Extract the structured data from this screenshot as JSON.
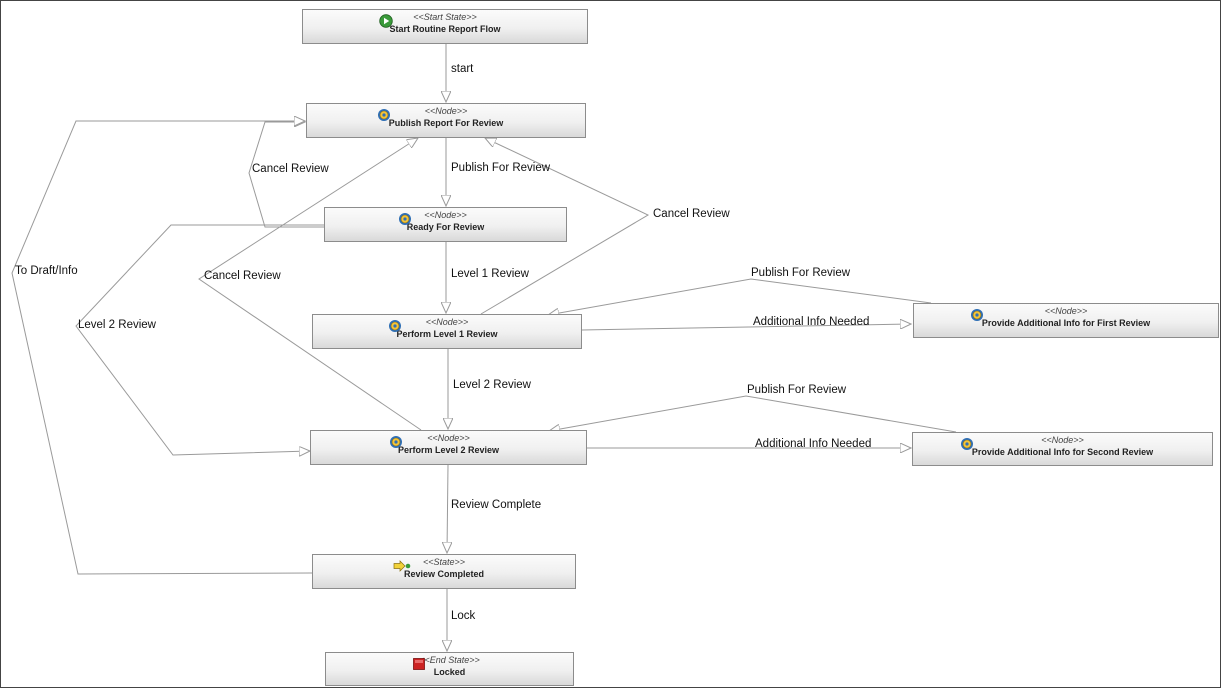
{
  "nodes": {
    "start": {
      "stereotype": "<<Start State>>",
      "title": "Start Routine Report Flow",
      "icon": "start-icon"
    },
    "publish": {
      "stereotype": "<<Node>>",
      "title": "Publish Report For Review",
      "icon": "gear-icon"
    },
    "ready": {
      "stereotype": "<<Node>>",
      "title": "Ready For Review",
      "icon": "gear-icon"
    },
    "level1": {
      "stereotype": "<<Node>>",
      "title": "Perform Level 1 Review",
      "icon": "gear-icon"
    },
    "info1": {
      "stereotype": "<<Node>>",
      "title": "Provide Additional Info for First Review",
      "icon": "gear-icon"
    },
    "level2": {
      "stereotype": "<<Node>>",
      "title": "Perform Level 2 Review",
      "icon": "gear-icon"
    },
    "info2": {
      "stereotype": "<<Node>>",
      "title": "Provide Additional Info for Second Review",
      "icon": "gear-icon"
    },
    "completed": {
      "stereotype": "<<State>>",
      "title": "Review Completed",
      "icon": "state-arrow-icon"
    },
    "locked": {
      "stereotype": "<<End State>>",
      "title": "Locked",
      "icon": "stop-icon"
    }
  },
  "edges": {
    "start": "start",
    "publish_for_review": "Publish For Review",
    "cancel_review_ready": "Cancel Review",
    "cancel_review_level1": "Cancel Review",
    "cancel_review_level2": "Cancel Review",
    "level1_review": "Level 1 Review",
    "level2_review_from_level1": "Level 2 Review",
    "level2_review_from_ready": "Level 2 Review",
    "to_draft_info": "To Draft/Info",
    "publish_for_review_info1": "Publish For Review",
    "additional_info_needed_1": "Additional Info Needed",
    "publish_for_review_info2": "Publish For Review",
    "additional_info_needed_2": "Additional Info Needed",
    "review_complete": "Review Complete",
    "lock": "Lock"
  },
  "colors": {
    "edge": "#9a9a9a",
    "start": "#3a9a3a",
    "gear": "#2f6fb5",
    "stop": "#cc2222"
  }
}
